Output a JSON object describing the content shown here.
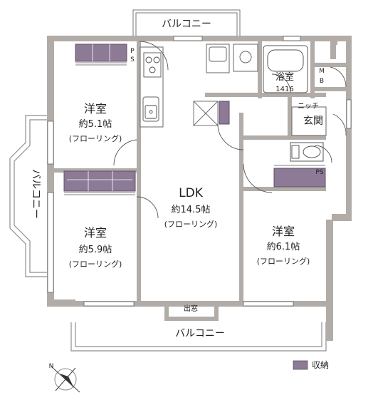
{
  "balconies": {
    "top": "バルコニー",
    "left": "バルコニー",
    "bottom": "バルコニー"
  },
  "rooms": {
    "west_north": {
      "name": "洋室",
      "size": "約5.1帖",
      "floor": "(フローリング)"
    },
    "west_south": {
      "name": "洋室",
      "size": "約5.9帖",
      "floor": "(フローリング)"
    },
    "ldk": {
      "name": "LDK",
      "size": "約14.5帖",
      "floor": "(フローリング)"
    },
    "east": {
      "name": "洋室",
      "size": "約6.1帖",
      "floor": "(フローリング)"
    },
    "bath": {
      "name": "浴室",
      "size": "1416"
    },
    "entrance": "玄関",
    "niche": "ニッチ"
  },
  "marks": {
    "ps": "PS",
    "p_upper": "P",
    "s_lower": "S",
    "m_upper": "M",
    "b_lower": "B",
    "window": "出窓"
  },
  "legend": {
    "label": "収納",
    "color": "#8c7a96"
  },
  "compass": {
    "label": "N"
  },
  "colors": {
    "wall": "#b1aca7",
    "storage": "#8c7a96"
  }
}
